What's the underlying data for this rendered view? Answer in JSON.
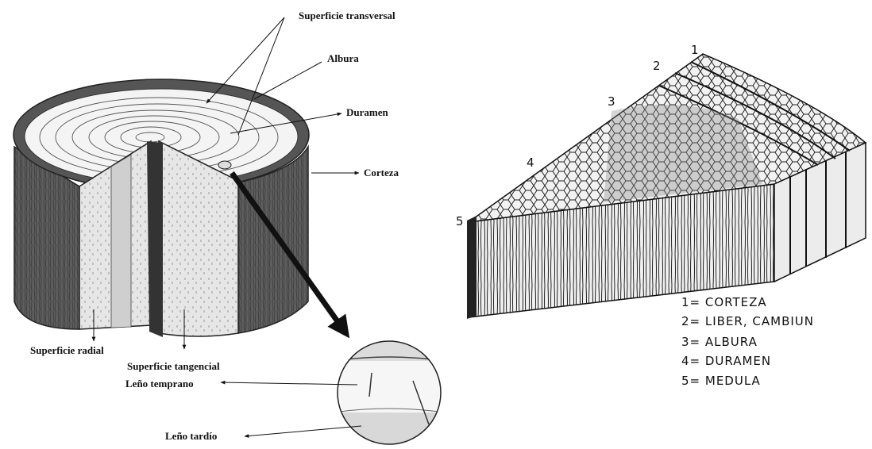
{
  "left_diagram": {
    "labels": {
      "superficie_transversal": "Superficie transversal",
      "albura": "Albura",
      "duramen": "Duramen",
      "corteza": "Corteza",
      "superficie_radial": "Superficie radial",
      "superficie_tangencial": "Superficie tangencial",
      "leno_temprano": "Leño temprano",
      "leno_tardio": "Leño tardío"
    }
  },
  "right_diagram": {
    "numbers": [
      "1",
      "2",
      "3",
      "4",
      "5"
    ],
    "legend": [
      "1= CORTEZA",
      "2= LIBER, CAMBIUN",
      "3= ALBURA",
      "4= DURAMEN",
      "5= MEDULA"
    ]
  },
  "colors": {
    "bark": "#5a5a5a",
    "wood": "#e9e9e9",
    "ink": "#111111"
  }
}
